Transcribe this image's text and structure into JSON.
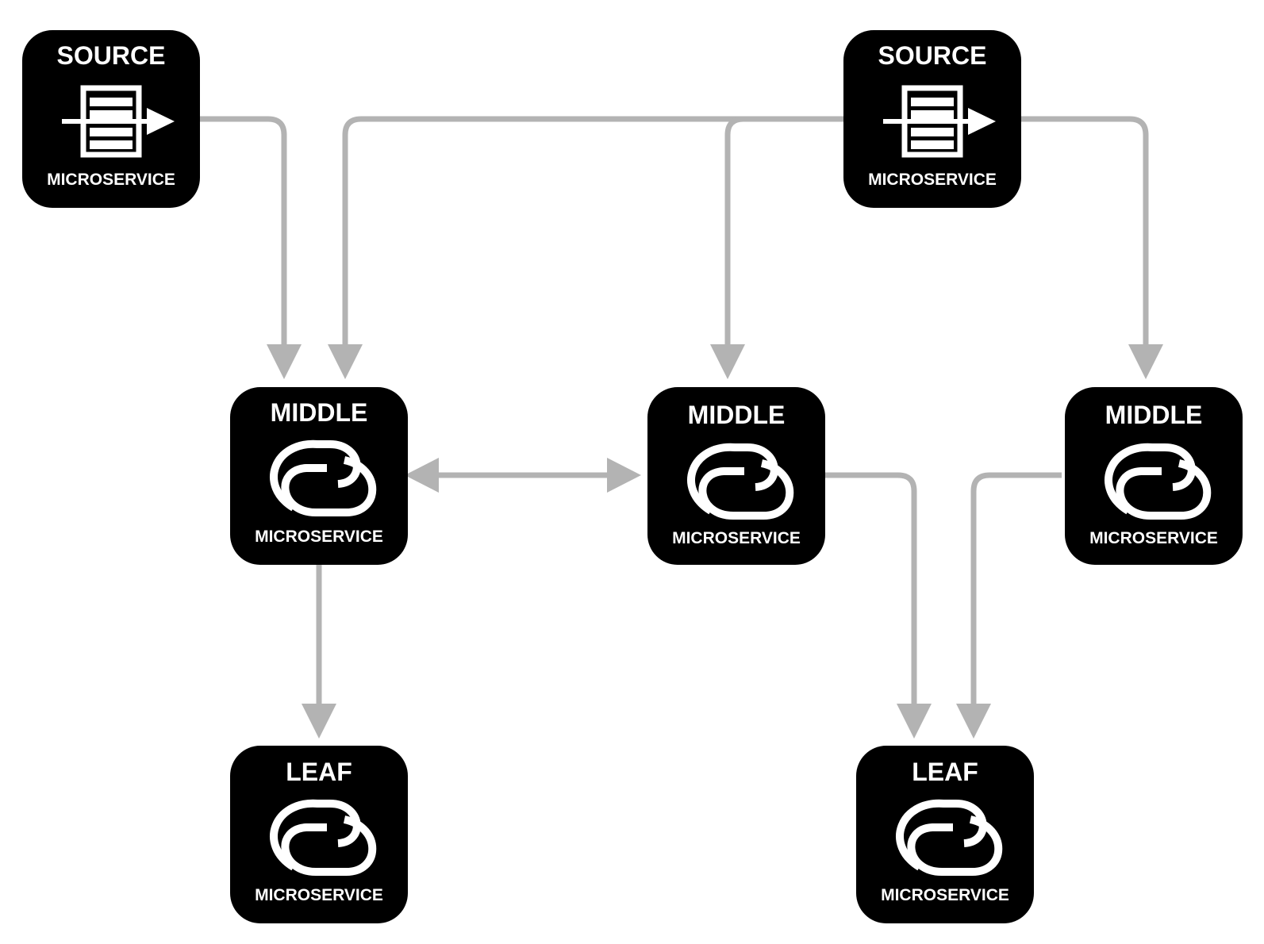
{
  "diagram": {
    "colors": {
      "node_fill": "#000000",
      "node_text": "#ffffff",
      "edge": "#b3b3b3"
    },
    "nodes": [
      {
        "id": "source-1",
        "title": "SOURCE",
        "subtitle": "MICROSERVICE",
        "icon": "queue-arrow-icon"
      },
      {
        "id": "source-2",
        "title": "SOURCE",
        "subtitle": "MICROSERVICE",
        "icon": "queue-arrow-icon"
      },
      {
        "id": "middle-1",
        "title": "MIDDLE",
        "subtitle": "MICROSERVICE",
        "icon": "linked-cloud-icon"
      },
      {
        "id": "middle-2",
        "title": "MIDDLE",
        "subtitle": "MICROSERVICE",
        "icon": "linked-cloud-icon"
      },
      {
        "id": "middle-3",
        "title": "MIDDLE",
        "subtitle": "MICROSERVICE",
        "icon": "linked-cloud-icon"
      },
      {
        "id": "leaf-1",
        "title": "LEAF",
        "subtitle": "MICROSERVICE",
        "icon": "linked-cloud-icon"
      },
      {
        "id": "leaf-2",
        "title": "LEAF",
        "subtitle": "MICROSERVICE",
        "icon": "linked-cloud-icon"
      }
    ],
    "edges": [
      {
        "from": "source-1",
        "to": "middle-1",
        "direction": "forward"
      },
      {
        "from": "source-2",
        "to": "middle-1",
        "direction": "forward"
      },
      {
        "from": "source-2",
        "to": "middle-2",
        "direction": "forward"
      },
      {
        "from": "source-2",
        "to": "middle-3",
        "direction": "forward"
      },
      {
        "from": "middle-1",
        "to": "middle-2",
        "direction": "both"
      },
      {
        "from": "middle-1",
        "to": "leaf-1",
        "direction": "forward"
      },
      {
        "from": "middle-2",
        "to": "leaf-2",
        "direction": "forward"
      },
      {
        "from": "middle-3",
        "to": "leaf-2",
        "direction": "forward"
      }
    ]
  }
}
